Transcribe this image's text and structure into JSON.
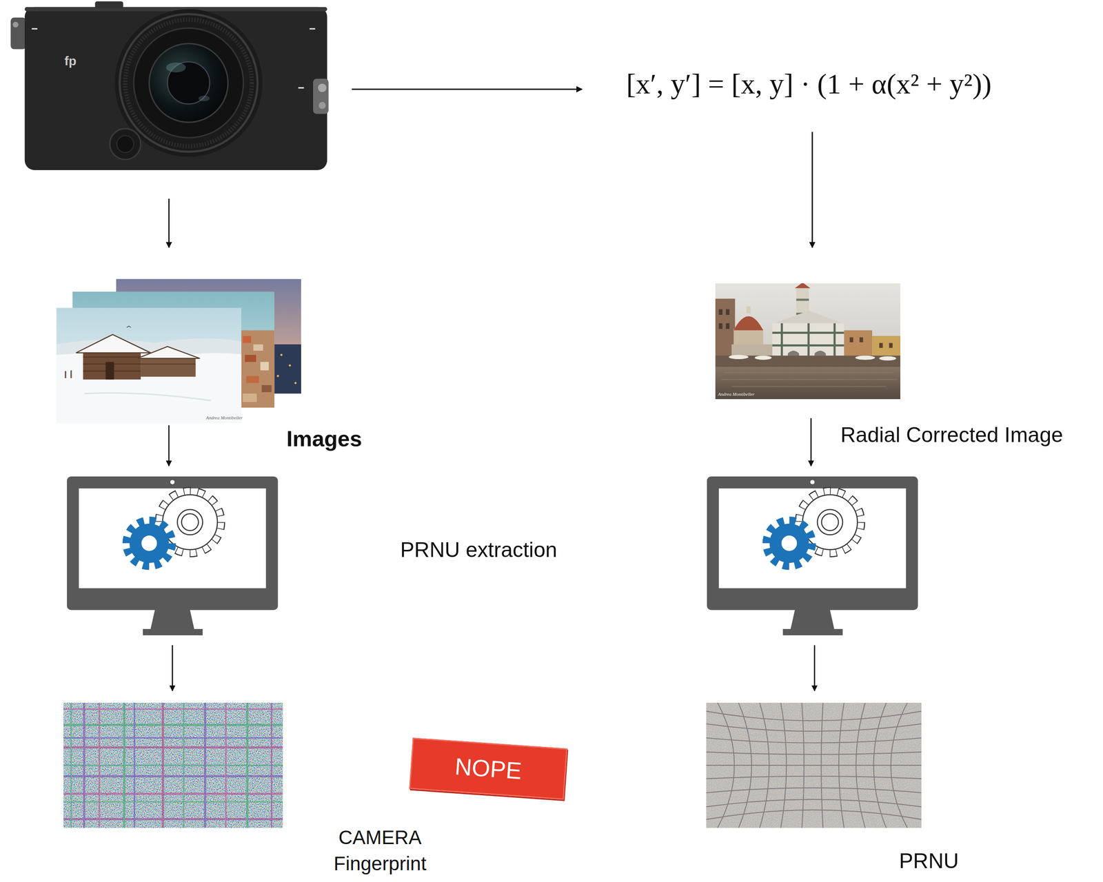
{
  "diagram": {
    "nodes": [
      {
        "text": [
          "fp"
        ]
      },
      {
        "text": [
          "[x′, y′] = [x, y] · (1 + α(x² + y²))"
        ]
      },
      {
        "text": [
          "Images"
        ]
      },
      {
        "text": [
          "Radial Corrected Image"
        ]
      },
      {
        "text": [
          "CAMERA Fingerprint"
        ]
      },
      {
        "text": [
          "NOPE"
        ]
      },
      {
        "text": [
          "PRNU"
        ]
      }
    ],
    "edges": [
      {
        "from": 0,
        "to": 1,
        "arrow": "to"
      },
      {
        "from": 0,
        "to": 2,
        "arrow": "to"
      },
      {
        "from": 1,
        "to": 3,
        "arrow": "to"
      }
    ],
    "labels": [
      "PRNU extraction",
      "Andrea Montibeller",
      "Andrea Montibeller"
    ]
  }
}
